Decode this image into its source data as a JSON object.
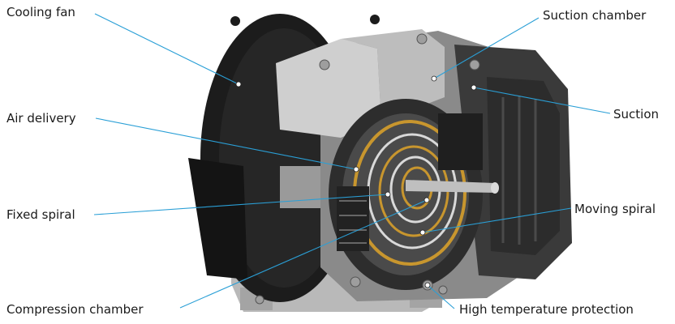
{
  "labels": {
    "cooling_fan": "Cooling fan",
    "suction_chamber": "Suction chamber",
    "suction": "Suction",
    "air_delivery": "Air delivery",
    "fixed_spiral": "Fixed spiral",
    "moving_spiral": "Moving spiral",
    "compression_chamber": "Compression chamber",
    "high_temperature_protection": "High temperature protection"
  },
  "colors": {
    "leader_line": "#2a9fd6",
    "fan_shroud": "#1c1c1c",
    "casting_grey": "#8a8a8a",
    "spiral_gold": "#c8962e"
  }
}
